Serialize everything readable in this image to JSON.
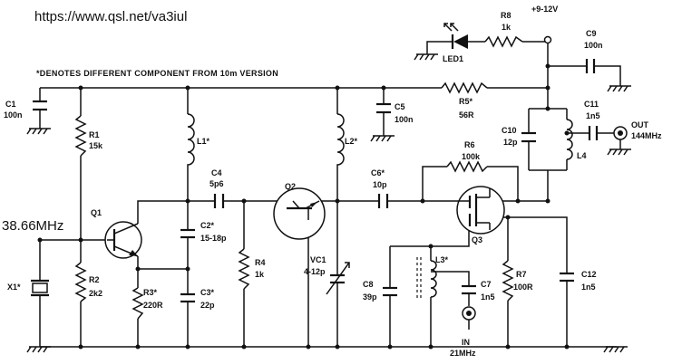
{
  "header": {
    "url": "https://www.qsl.net/va3iul"
  },
  "notes": {
    "footnote": "*DENOTES DIFFERENT COMPONENT FROM 10m VERSION"
  },
  "supply": {
    "label": "+9-12V"
  },
  "input_freq": {
    "label": "38.66MHz"
  },
  "output": {
    "name": "OUT",
    "freq": "144MHz"
  },
  "input": {
    "name": "IN",
    "freq": "21MHz"
  },
  "components": {
    "c1": {
      "ref": "C1",
      "value": "100n"
    },
    "r1": {
      "ref": "R1",
      "value": "15k"
    },
    "l1": {
      "ref": "L1*"
    },
    "c4": {
      "ref": "C4",
      "value": "5p6"
    },
    "q1": {
      "ref": "Q1"
    },
    "c2": {
      "ref": "C2*",
      "value": "15-18p"
    },
    "r2": {
      "ref": "R2",
      "value": "2k2"
    },
    "x1": {
      "ref": "X1*"
    },
    "r3": {
      "ref": "R3*",
      "value": "220R"
    },
    "c3": {
      "ref": "C3*",
      "value": "22p"
    },
    "r4": {
      "ref": "R4",
      "value": "1k"
    },
    "q2": {
      "ref": "Q2"
    },
    "vc1": {
      "ref": "VC1",
      "value": "4-12p"
    },
    "l2": {
      "ref": "L2*"
    },
    "c5": {
      "ref": "C5",
      "value": "100n"
    },
    "c6": {
      "ref": "C6*",
      "value": "10p"
    },
    "r5": {
      "ref": "R5*",
      "value": "56R"
    },
    "r6": {
      "ref": "R6",
      "value": "100k"
    },
    "r8": {
      "ref": "R8",
      "value": "1k"
    },
    "led1": {
      "ref": "LED1"
    },
    "c9": {
      "ref": "C9",
      "value": "100n"
    },
    "c10": {
      "ref": "C10",
      "value": "12p"
    },
    "c11": {
      "ref": "C11",
      "value": "1n5"
    },
    "l4": {
      "ref": "L4"
    },
    "q3": {
      "ref": "Q3"
    },
    "l3": {
      "ref": "L3*"
    },
    "c7": {
      "ref": "C7",
      "value": "1n5"
    },
    "c8": {
      "ref": "C8",
      "value": "39p"
    },
    "r7": {
      "ref": "R7",
      "value": "100R"
    },
    "c12": {
      "ref": "C12",
      "value": "1n5"
    }
  }
}
